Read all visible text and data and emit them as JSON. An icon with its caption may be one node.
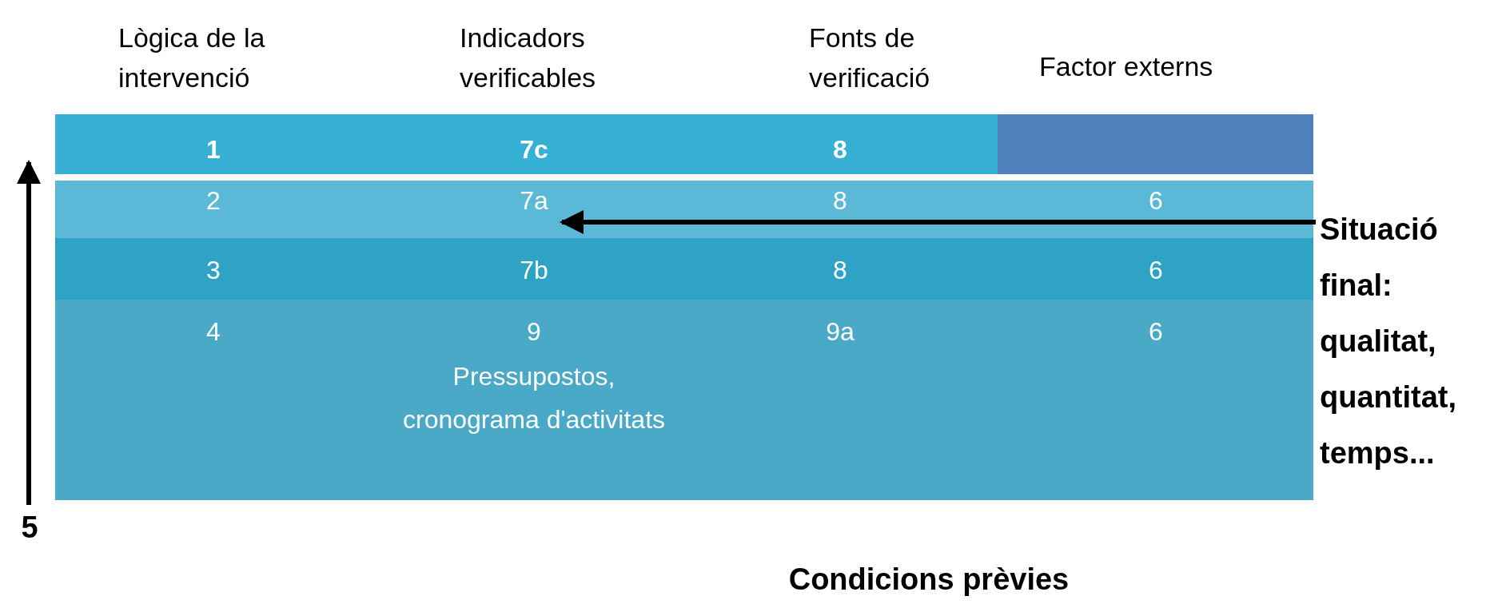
{
  "diagram": {
    "nodes": [
      {
        "text": [
          "7a"
        ]
      },
      {
        "text": [
          "Situació final: qualitat, quantitat, temps..."
        ]
      }
    ],
    "edges": [
      {
        "from": 1,
        "to": 0,
        "arrow": "to"
      }
    ],
    "labels": [
      "Lògica de la intervenció",
      "Indicadors verificables",
      "Fonts de verificació",
      "Factor externs",
      "1",
      "7c",
      "8",
      "2",
      "8",
      "6",
      "3",
      "7b",
      "8",
      "6",
      "4",
      "9",
      "9a",
      "6",
      "Pressupostos, cronograma d'activitats",
      "5",
      "Condicions prèvies"
    ]
  }
}
